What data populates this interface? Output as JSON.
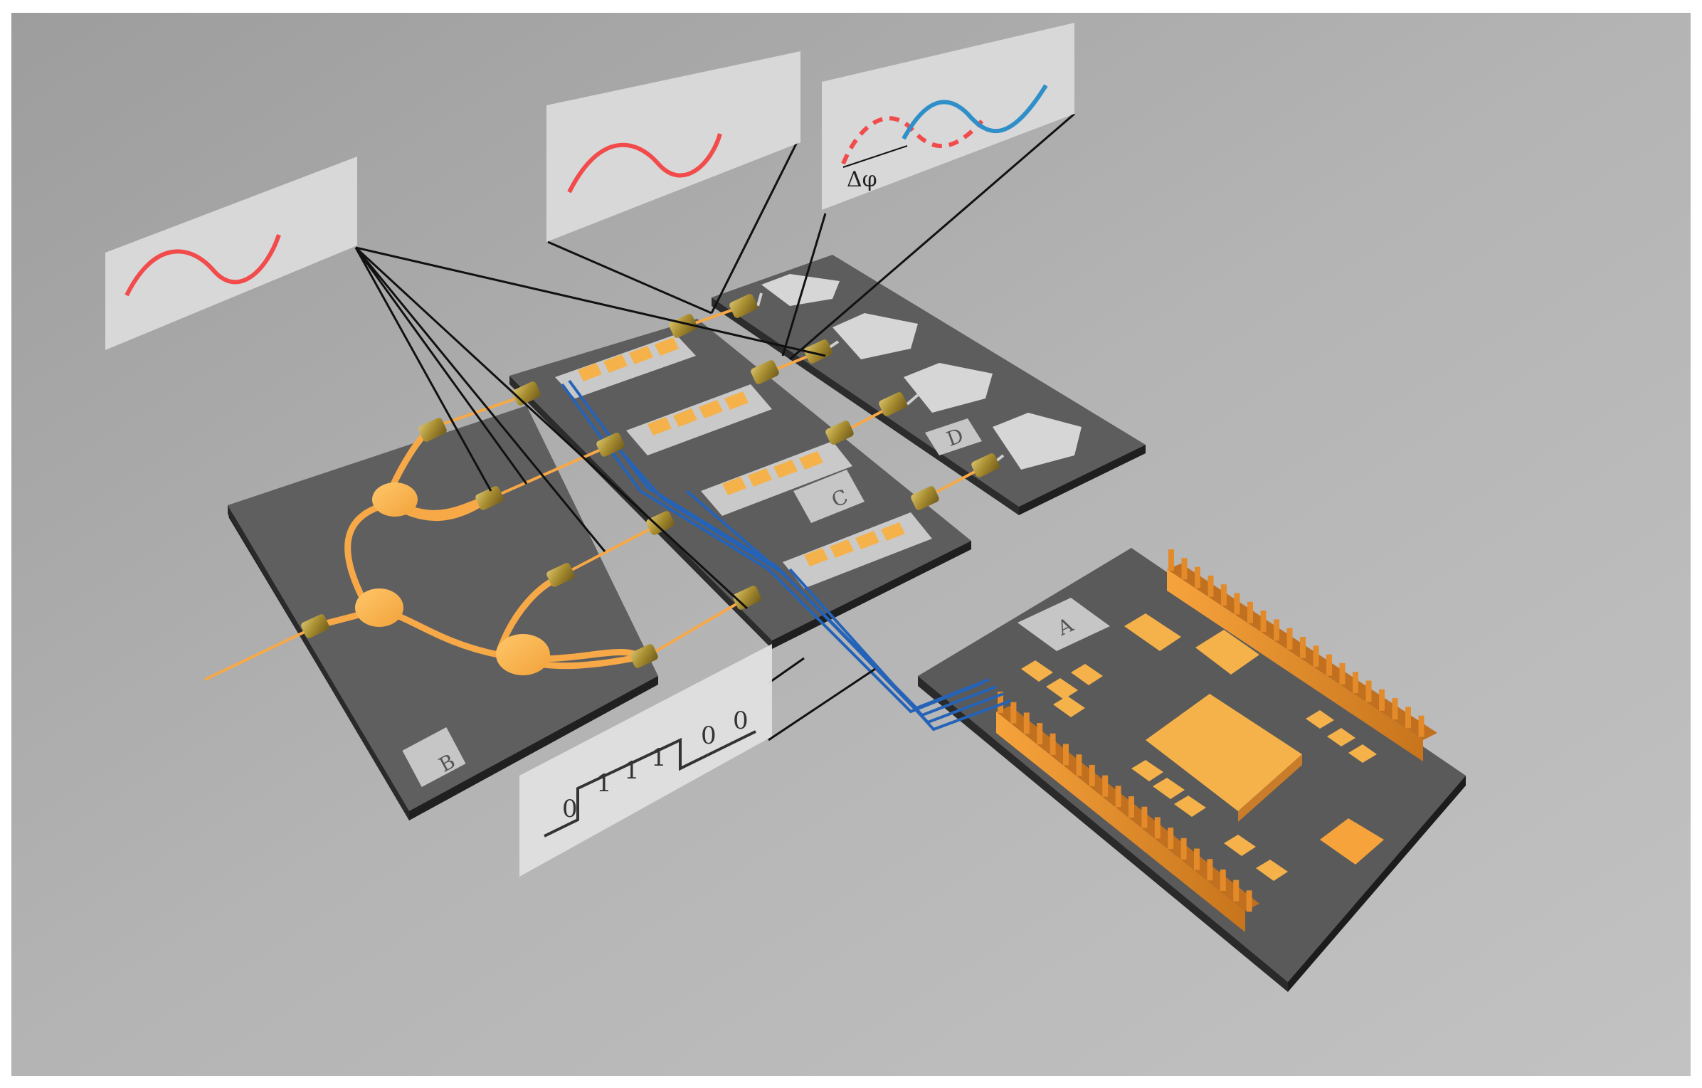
{
  "boards": {
    "a": {
      "label": "A"
    },
    "b": {
      "label": "B"
    },
    "c": {
      "label": "C"
    },
    "d": {
      "label": "D"
    }
  },
  "insets": {
    "phase_label": "Δφ",
    "bits": [
      "0",
      "1",
      "1",
      "1",
      "0",
      "0"
    ]
  },
  "colors": {
    "waveguide": "#f7a847",
    "signal_red": "#f24b4b",
    "signal_blue": "#2f8fc9",
    "bus_blue": "#2563b8",
    "board": "#5d5d5d"
  },
  "icons": [
    "wave-icon",
    "dashed-wave-icon",
    "blue-wave-icon",
    "bitstream-waveform"
  ]
}
